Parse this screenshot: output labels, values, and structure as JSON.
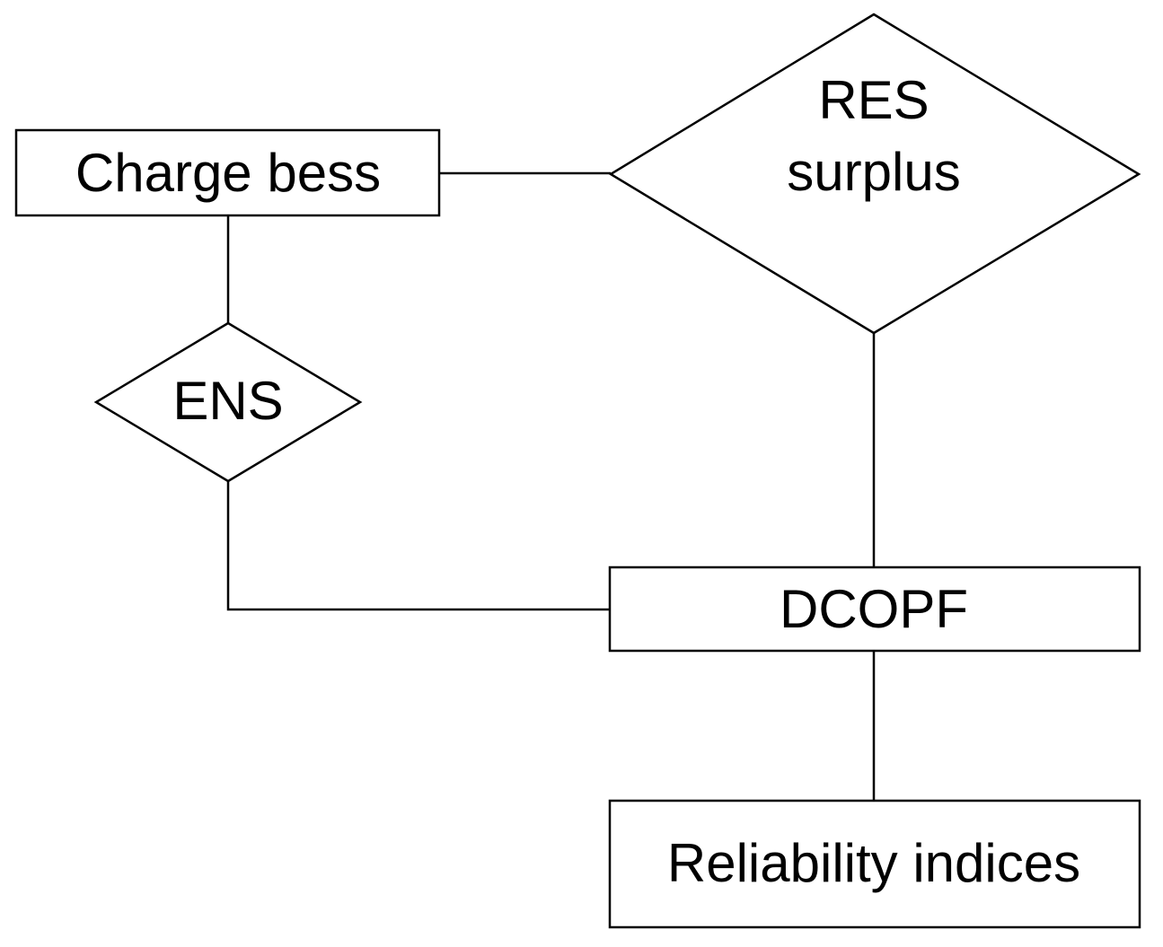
{
  "diagram": {
    "nodes": {
      "charge_bess": {
        "label": "Charge bess"
      },
      "res_surplus": {
        "label_line1": "RES",
        "label_line2": "surplus"
      },
      "ens": {
        "label": "ENS"
      },
      "dcopf": {
        "label": "DCOPF"
      },
      "reliability_indices": {
        "label": "Reliability indices"
      }
    }
  }
}
